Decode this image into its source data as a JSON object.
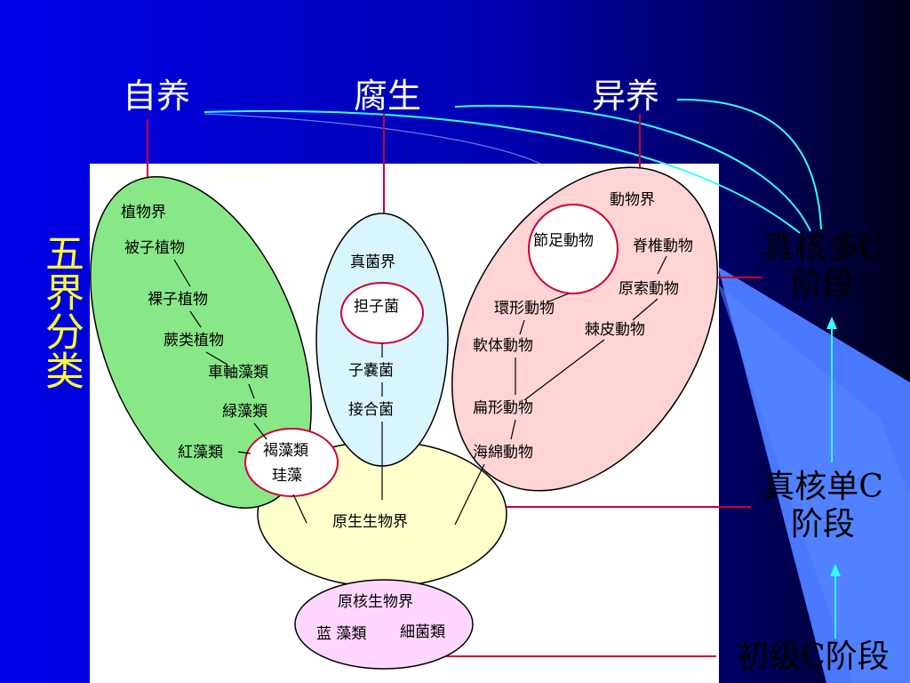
{
  "title_vertical": "五界分类",
  "top_labels": {
    "autotroph": "自养",
    "saprotroph": "腐生",
    "heterotroph": "异养"
  },
  "stage_labels": {
    "eukaryote_multi": "真核多C\n阶段",
    "eukaryote_single": "真核单C\n阶段",
    "primary": "初级C阶段"
  },
  "kingdoms": {
    "plant": {
      "name": "植物界",
      "members": [
        "被子植物",
        "裸子植物",
        "蕨类植物",
        "車軸藻類",
        "緑藻類",
        "紅藻類"
      ]
    },
    "fungi": {
      "name": "真菌界",
      "members": [
        "担子菌",
        "子嚢菌",
        "接合菌"
      ]
    },
    "animal": {
      "name": "動物界",
      "members": [
        "節足動物",
        "脊椎動物",
        "原索動物",
        "環形動物",
        "棘皮動物",
        "軟体動物",
        "扁形動物",
        "海綿動物"
      ]
    },
    "protist": {
      "name": "原生生物界",
      "members": [
        "褐藻類",
        "珪藻"
      ]
    },
    "monera": {
      "name": "原核生物界",
      "members": [
        "蓝 藻類",
        "細菌類"
      ]
    }
  },
  "colors": {
    "background_left": "#0000e6",
    "background_right": "#000022",
    "title": "#ffff33",
    "plant_fill": "#88e888",
    "fungi_fill": "#d9f6ff",
    "animal_fill": "#ffd4d4",
    "protist_fill": "#ffffcc",
    "monera_fill": "#ffd6ff",
    "red_line": "#cc0033",
    "cyan_line": "#33ffff"
  }
}
